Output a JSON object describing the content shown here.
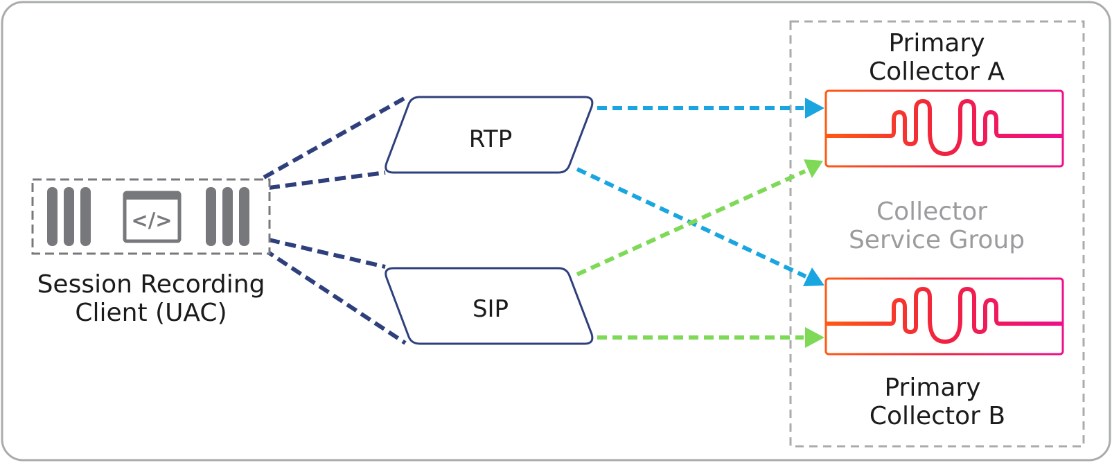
{
  "client": {
    "label_line1": "Session Recording",
    "label_line2": "Client (UAC)",
    "code_icon_text": "</>"
  },
  "protocols": {
    "rtp": "RTP",
    "sip": "SIP"
  },
  "group": {
    "label_line1": "Collector",
    "label_line2": "Service Group"
  },
  "collectors": {
    "a": {
      "label_line1": "Primary",
      "label_line2": "Collector A"
    },
    "b": {
      "label_line1": "Primary",
      "label_line2": "Collector B"
    }
  },
  "colors": {
    "frame": "#a9abad",
    "client_box": "#77787b",
    "protocol_stroke": "#2e3f7c",
    "rtp_flow": "#19a6e0",
    "sip_flow": "#7ed957",
    "collector_orange": "#ff5a13",
    "collector_pink": "#ee0f8a",
    "collector_red": "#f0213f",
    "group_label": "#9b9c9e",
    "text": "#1b1b1b"
  },
  "icons": {
    "client": [
      "server-bars-icon",
      "code-window-icon",
      "server-bars-icon"
    ],
    "collector": "signal-waveform-icon"
  }
}
